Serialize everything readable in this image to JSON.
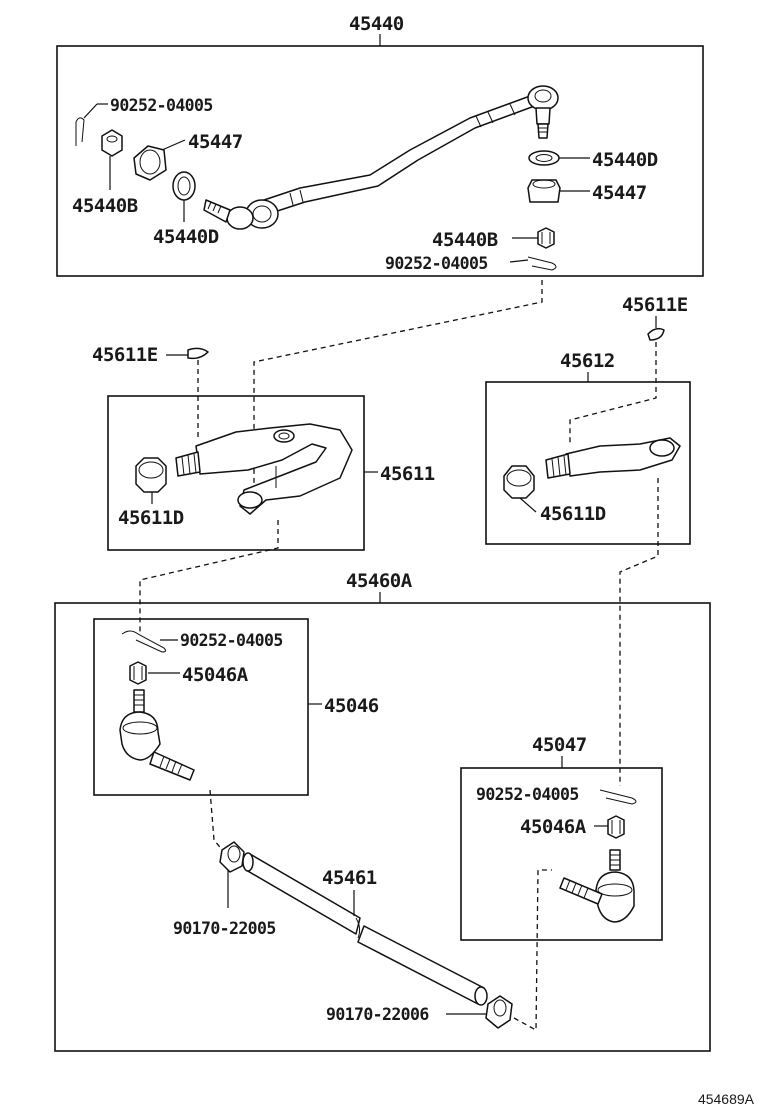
{
  "diagram": {
    "footer_code": "454689A",
    "groups": {
      "tie_rod_assembly": "45440",
      "pitman_arm": "45611",
      "idler_arm": "45612",
      "relay_rod_assembly": "45460A",
      "tie_rod_end_left": "45046",
      "tie_rod_end_right": "45047"
    },
    "parts": {
      "cotter_pin_top_left": "90252-04005",
      "boot_top_left": "45447",
      "nut_top_left": "45440B",
      "seal_top_left": "45440D",
      "seal_top_right": "45440D",
      "boot_top_right": "45447",
      "nut_top_right": "45440B",
      "cotter_pin_top_right": "90252-04005",
      "key_left": "45611E",
      "key_right": "45611E",
      "pitman_dust_cover": "45611D",
      "idler_dust_cover": "45611D",
      "cotter_pin_mid_left": "90252-04005",
      "nut_mid_left": "45046A",
      "relay_tube": "45461",
      "clamp_left": "90170-22005",
      "clamp_right": "90170-22006",
      "cotter_pin_mid_right": "90252-04005",
      "nut_mid_right": "45046A"
    }
  }
}
